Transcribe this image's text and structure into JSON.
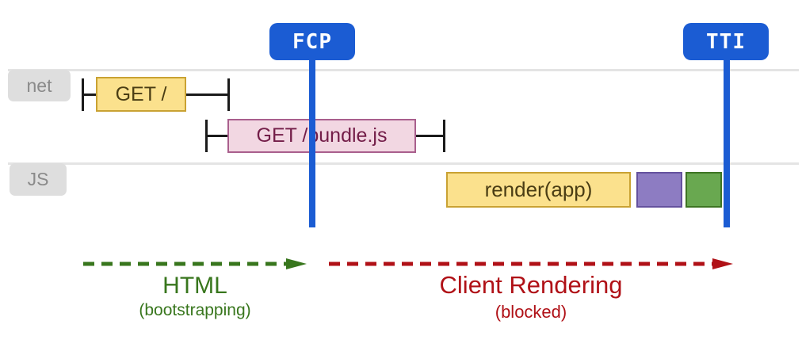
{
  "markers": {
    "fcp": "FCP",
    "tti": "TTI"
  },
  "tracks": {
    "net": "net",
    "js": "JS"
  },
  "events": {
    "get_root": "GET /",
    "get_bundle": "GET /bundle.js",
    "render_app": "render(app)"
  },
  "phases": {
    "html": {
      "label": "HTML",
      "sublabel": "(bootstrapping)"
    },
    "client_rendering": {
      "label": "Client Rendering",
      "sublabel": "(blocked)"
    }
  },
  "colors": {
    "blue": "#1b5cd3",
    "track": "#e4e4e4",
    "label_bg": "#dedede",
    "label_text": "#8a8a8a",
    "whisker": "#1a1a1a",
    "yellow_fill": "#fbe18d",
    "yellow_border": "#c9a233",
    "yellow_text": "#4a3d14",
    "pink_fill": "#f2d7e2",
    "pink_border": "#a95f8d",
    "pink_text": "#731d48",
    "purple_fill": "#8d7cc2",
    "purple_border": "#64519e",
    "green_fill": "#69a850",
    "green_border": "#3e7523",
    "green_arrow": "#38761d",
    "red_arrow": "#b01117"
  }
}
